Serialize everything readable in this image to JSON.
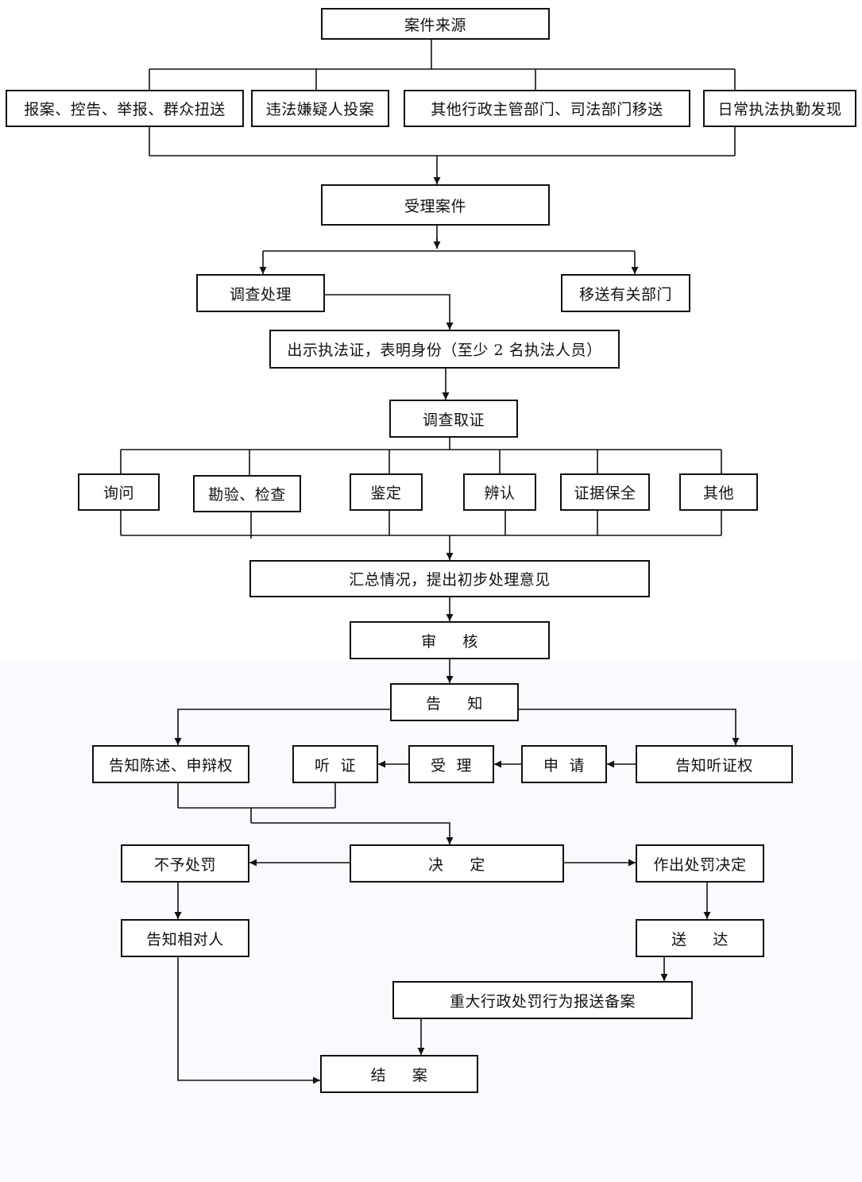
{
  "nodes": {
    "n_source": "案件来源",
    "n_report": "报案、控告、举报、群众扭送",
    "n_surrender": "违法嫌疑人投案",
    "n_transfer_in": "其他行政主管部门、司法部门移送",
    "n_daily": "日常执法执勤发现",
    "n_accept": "受理案件",
    "n_investigate": "调查处理",
    "n_transfer_out": "移送有关部门",
    "n_show_id": "出示执法证，表明身份（至少 2 名执法人员）",
    "n_evidence": "调查取证",
    "n_inquiry": "询问",
    "n_inspect": "勘验、检查",
    "n_appraise": "鉴定",
    "n_identify": "辨认",
    "n_preserve": "证据保全",
    "n_other": "其他",
    "n_summary": "汇总情况，提出初步处理意见",
    "n_review": "审     核",
    "n_notify": "告     知",
    "n_statement": "告知陈述、申辩权",
    "n_hearing": "听  证",
    "n_h_accept": "受  理",
    "n_apply": "申  请",
    "n_hearing_right": "告知听证权",
    "n_decide": "决     定",
    "n_no_penalty": "不予处罚",
    "n_penalty": "作出处罚决定",
    "n_notify_party": "告知相对人",
    "n_deliver": "送     达",
    "n_filing": "重大行政处罚行为报送备案",
    "n_close": "结     案"
  }
}
